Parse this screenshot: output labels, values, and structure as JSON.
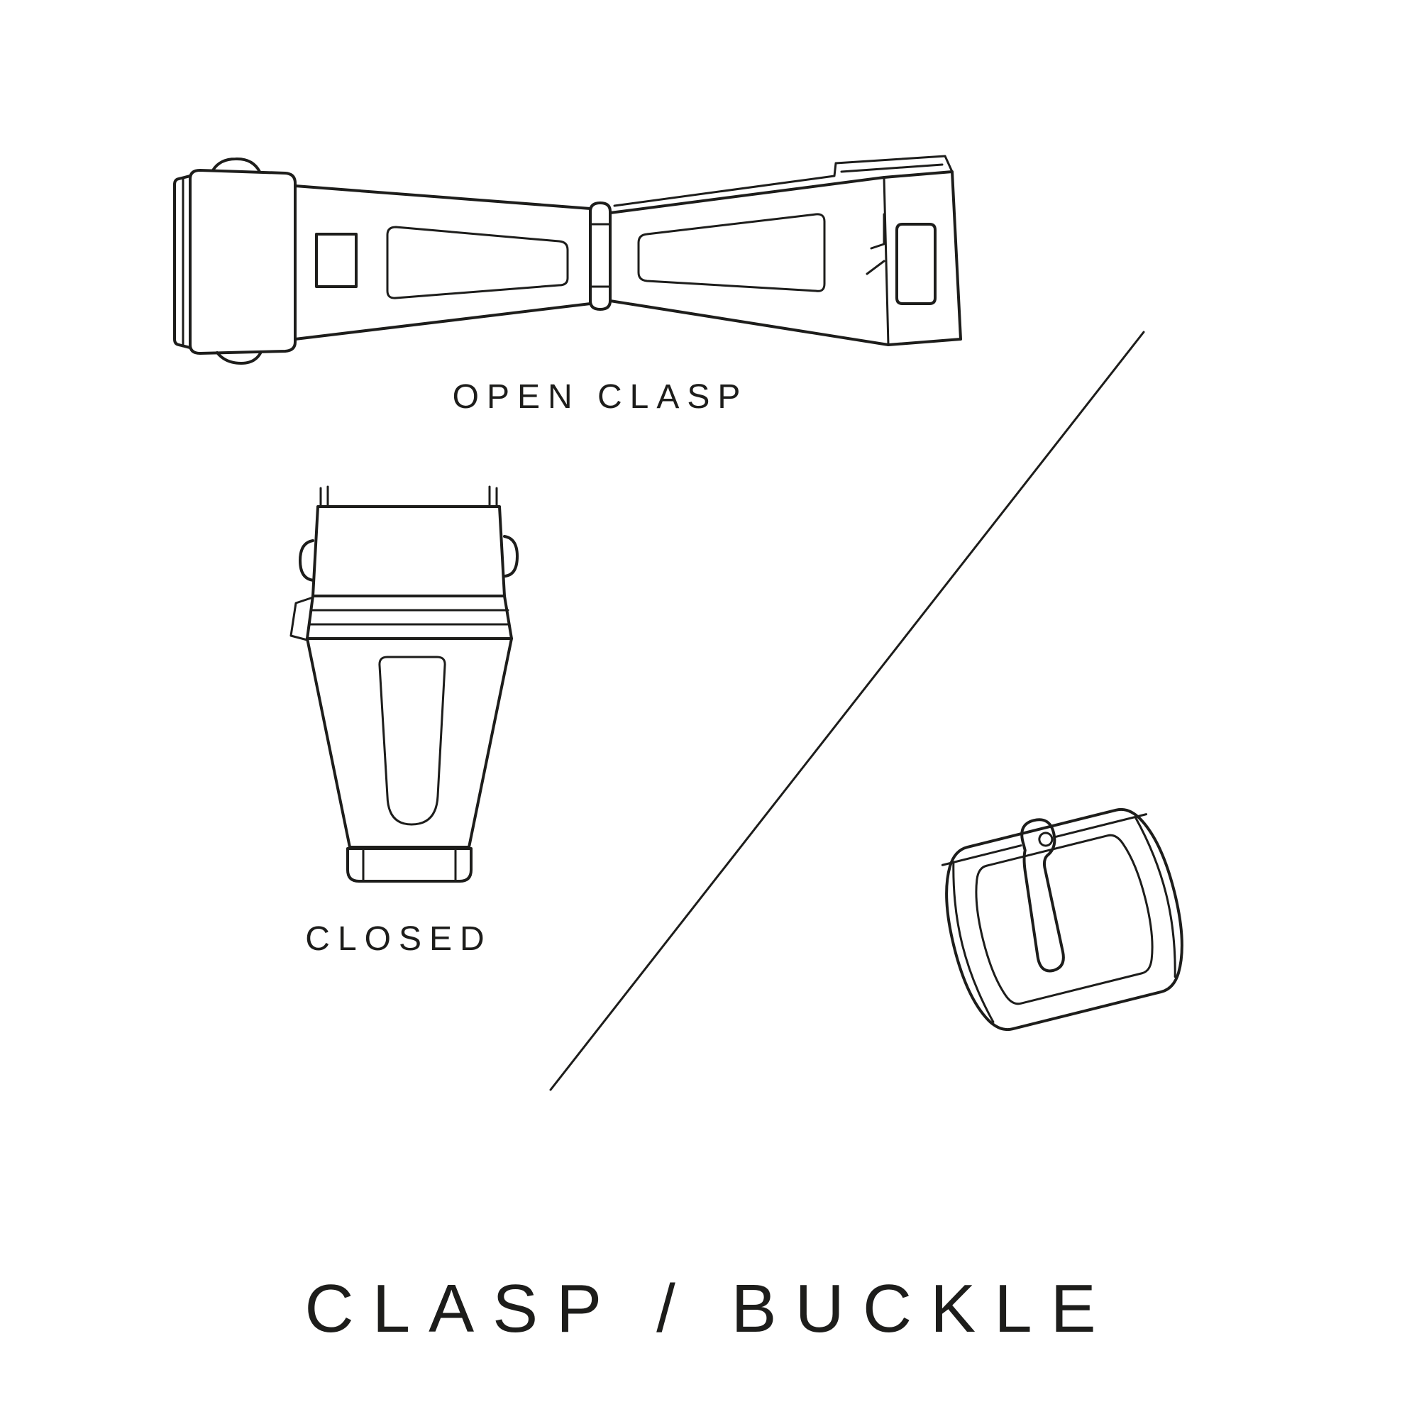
{
  "page": {
    "background_color": "#ffffff",
    "line_color": "#1d1d1b",
    "title": "CLASP / BUCKLE"
  },
  "figures": {
    "open_clasp": {
      "icon": "open-clasp-illustration",
      "label": "OPEN CLASP"
    },
    "closed_clasp": {
      "icon": "closed-clasp-illustration",
      "label": "CLOSED"
    },
    "buckle": {
      "icon": "buckle-illustration"
    },
    "divider": {
      "icon": "diagonal-divider-line"
    }
  }
}
